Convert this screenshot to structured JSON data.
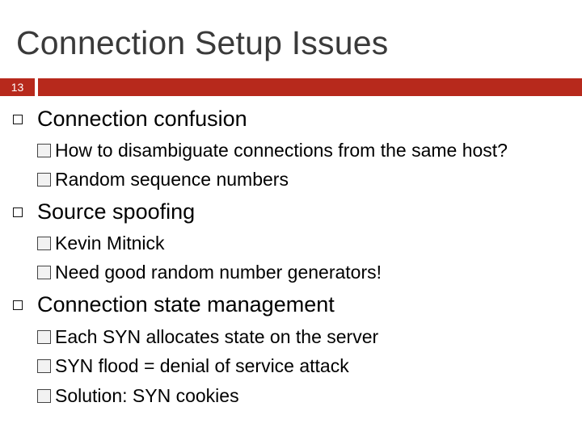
{
  "slide": {
    "title": "Connection Setup Issues",
    "number": "13",
    "accent_color": "#b7291c",
    "bullets": [
      {
        "text": "Connection confusion",
        "icon": "square-bullet-icon",
        "sub": [
          {
            "text": "How to disambiguate connections from the same host?",
            "icon": "box-bullet-icon"
          },
          {
            "text": "Random sequence numbers",
            "icon": "box-bullet-icon"
          }
        ]
      },
      {
        "text": "Source spoofing",
        "icon": "square-bullet-icon",
        "sub": [
          {
            "text": "Kevin Mitnick",
            "icon": "box-bullet-icon"
          },
          {
            "text": "Need good random number generators!",
            "icon": "box-bullet-icon"
          }
        ]
      },
      {
        "text": "Connection state management",
        "icon": "square-bullet-icon",
        "sub": [
          {
            "text": "Each SYN allocates state on the server",
            "icon": "box-bullet-icon"
          },
          {
            "text": "SYN flood = denial of service attack",
            "icon": "box-bullet-icon"
          },
          {
            "text": "Solution: SYN cookies",
            "icon": "box-bullet-icon"
          }
        ]
      }
    ]
  }
}
